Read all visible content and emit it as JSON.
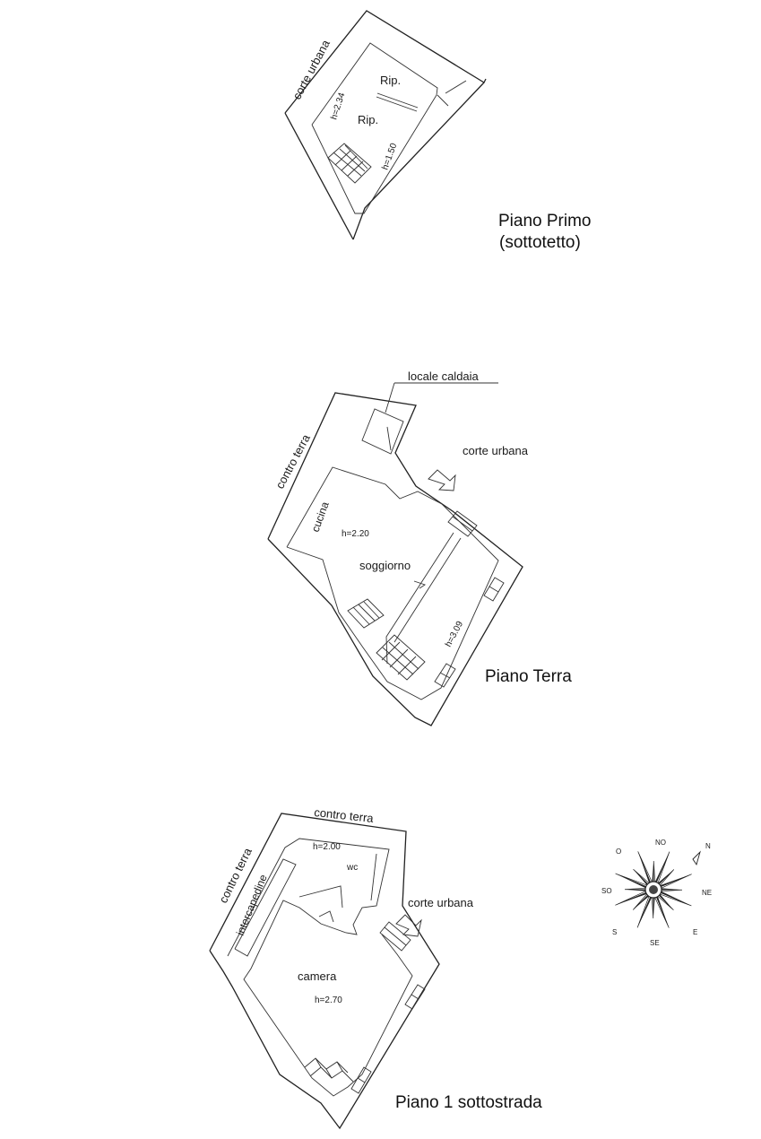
{
  "first_floor": {
    "title": "Piano Primo",
    "subtitle": "(sottotetto)",
    "labels": {
      "courtyard": "corte urbana",
      "storage_upper": "Rip.",
      "storage_lower": "Rip.",
      "height_left": "h=2.34",
      "height_right": "h=1.50"
    }
  },
  "ground_floor": {
    "title": "Piano Terra",
    "labels": {
      "boiler_room": "locale caldaia",
      "courtyard": "corte urbana",
      "against_earth": "contro terra",
      "kitchen": "cucina",
      "height_main": "h=2.20",
      "living_room": "soggiorno",
      "height_side": "h=3.09"
    }
  },
  "basement": {
    "title": "Piano 1 sottostrada",
    "labels": {
      "against_earth_top": "contro terra",
      "against_earth_left": "contro terra",
      "height_wc": "h=2.00",
      "wc": "wc",
      "cavity": "intercapedine",
      "courtyard": "corte urbana",
      "bedroom": "camera",
      "height_bedroom": "h=2.70"
    }
  },
  "compass": {
    "icon": "compass-rose-icon",
    "points": [
      "N",
      "NE",
      "E",
      "SE",
      "S",
      "SO",
      "O",
      "NO"
    ]
  }
}
